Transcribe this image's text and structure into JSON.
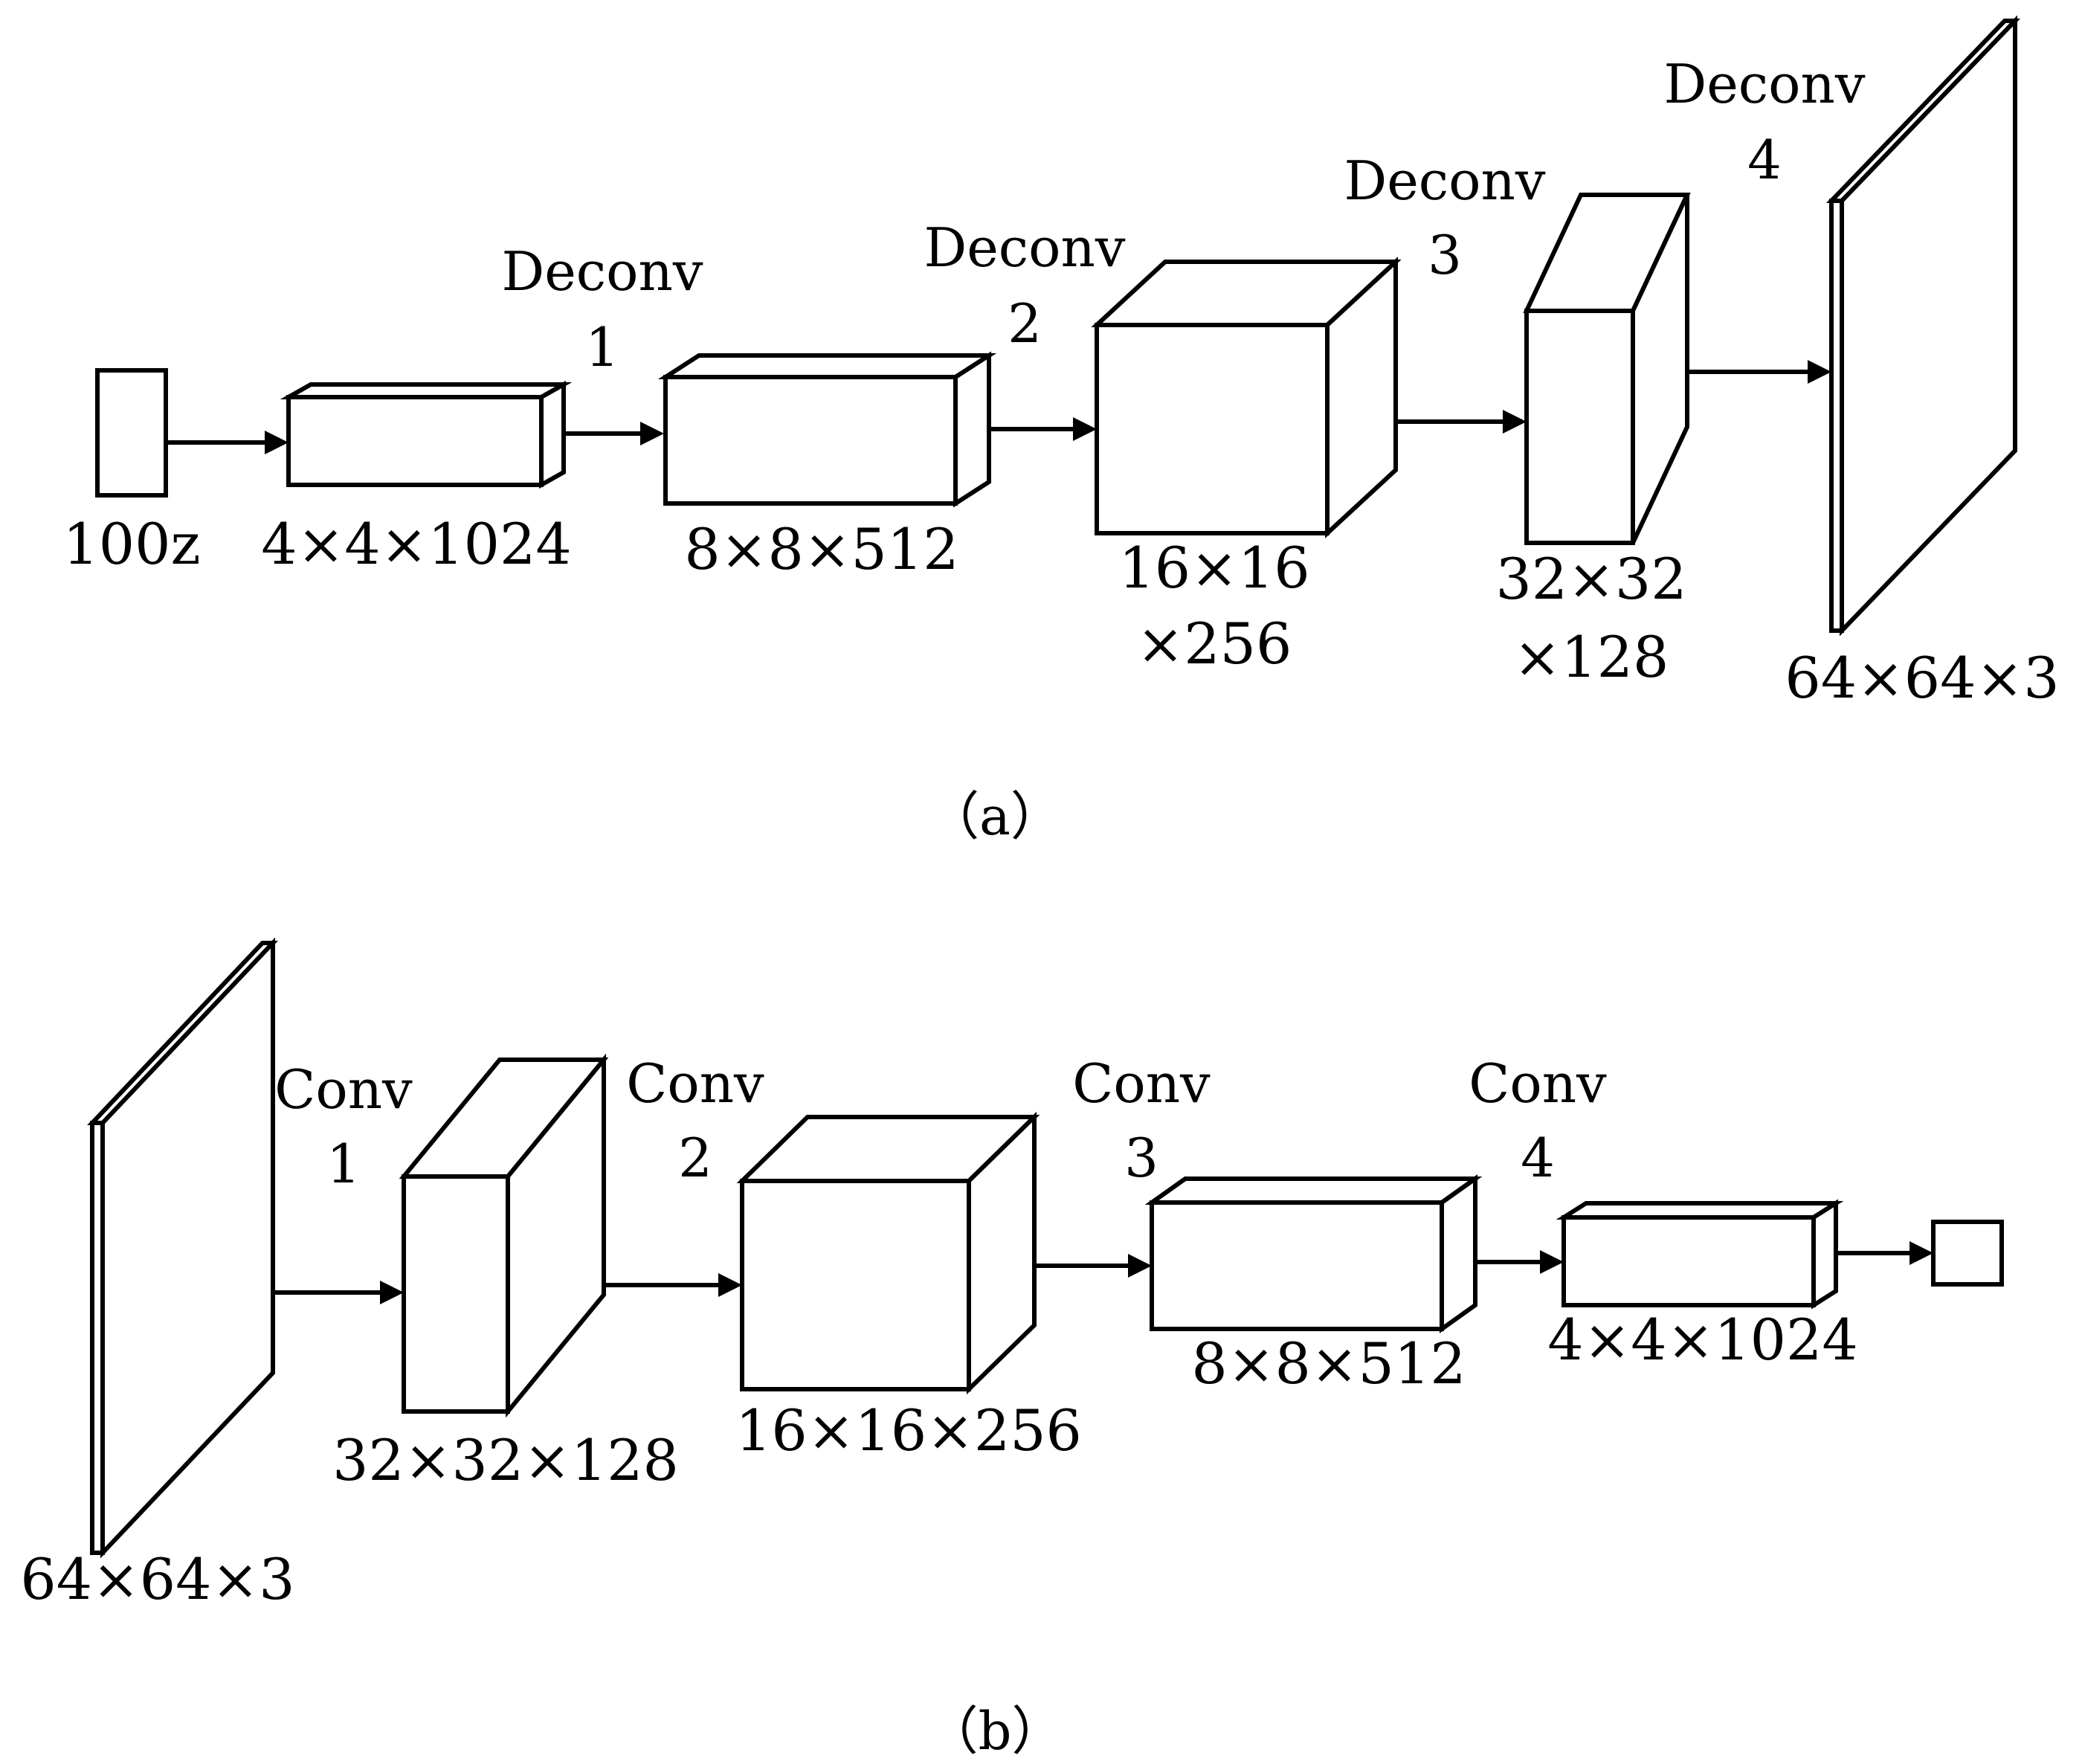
{
  "panel_a": {
    "input_label": "100z",
    "layers": [
      {
        "op_name": "Deconv",
        "op_num": "1",
        "dims": "4×4×1024"
      },
      {
        "op_name": "Deconv",
        "op_num": "2",
        "dims": "8×8×512"
      },
      {
        "op_name": "Deconv",
        "op_num": "3",
        "dims_line1": "16×16",
        "dims_line2": "×256"
      },
      {
        "op_name": "Deconv",
        "op_num": "4",
        "dims_line1": "32×32",
        "dims_line2": "×128"
      }
    ],
    "output_label": "64×64×3",
    "caption": "（a）"
  },
  "panel_b": {
    "input_label": "64×64×3",
    "layers": [
      {
        "op_name": "Conv",
        "op_num": "1",
        "dims": "32×32×128"
      },
      {
        "op_name": "Conv",
        "op_num": "2",
        "dims": "16×16×256"
      },
      {
        "op_name": "Conv",
        "op_num": "3",
        "dims": "8×8×512"
      },
      {
        "op_name": "Conv",
        "op_num": "4",
        "dims": "4×4×1024"
      }
    ],
    "caption": "（b）"
  }
}
